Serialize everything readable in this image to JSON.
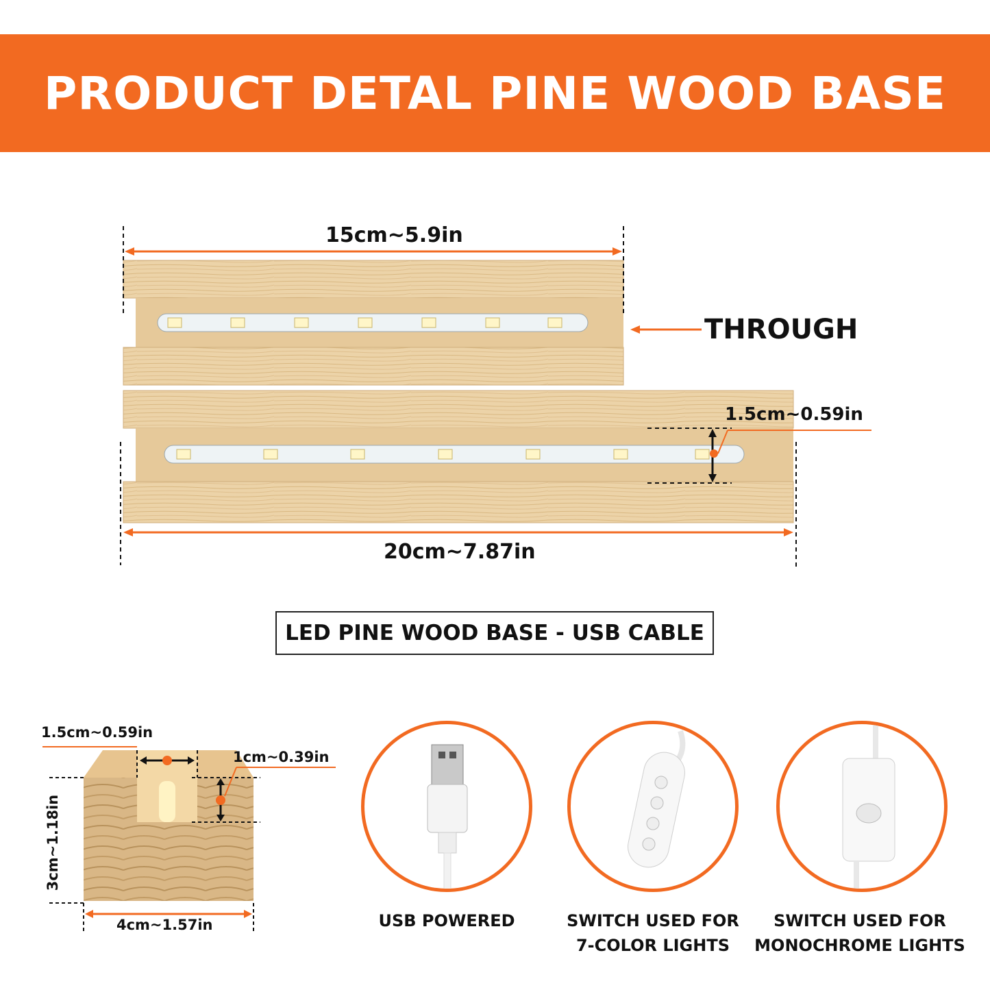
{
  "banner": {
    "title": "PRODUCT DETAL PINE WOOD BASE",
    "color": "#f26a21"
  },
  "dimensions": {
    "top_length": "15cm~5.9in",
    "bottom_length": "20cm~7.87in",
    "through": "THROUGH",
    "slot_height": "1.5cm~0.59in"
  },
  "caption": "LED PINE WOOD BASE - USB CABLE",
  "cross_section": {
    "slot_width": "1.5cm~0.59in",
    "slot_depth": "1cm~0.39in",
    "height": "3cm~1.18in",
    "width": "4cm~1.57in"
  },
  "features": [
    {
      "icon": "usb-plug-icon",
      "line1": "USB POWERED",
      "line2": ""
    },
    {
      "icon": "seven-color-switch-icon",
      "line1": "SWITCH USED FOR",
      "line2": "7-COLOR LIGHTS"
    },
    {
      "icon": "mono-switch-icon",
      "line1": "SWITCH USED FOR",
      "line2": "MONOCHROME LIGHTS"
    }
  ],
  "accent_color": "#f26a21",
  "wood_color": "#e8cfa5"
}
